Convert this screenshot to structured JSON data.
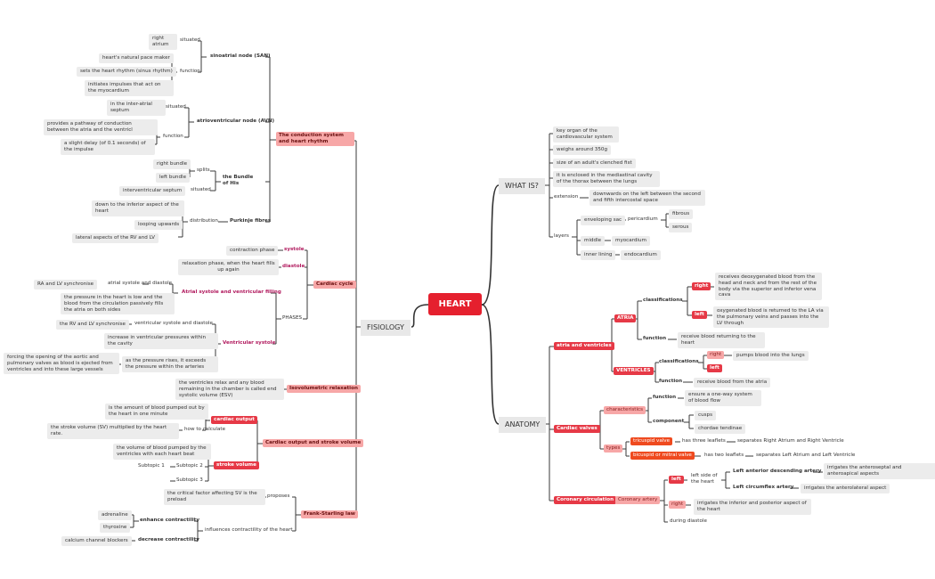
{
  "root": "HEART",
  "colors": {
    "root": "#e5202e",
    "red": "#e63946",
    "pink": "#f7a7a7",
    "orange": "#ef4a1f",
    "purple": "#b11a5e"
  },
  "fisiology": {
    "label": "FISIOLOGY",
    "conduction": {
      "label": "The conduction system and heart rhythm",
      "san": {
        "label": "sinoatrial node (SAN)",
        "situated": "situated",
        "right_atrium": "right atrium",
        "function": "function",
        "f1": "heart's natural pace maker",
        "f2": "sets the heart rhythm (sinus rhythm)",
        "f3": "initiates impulses that act on the myocardium"
      },
      "avn": {
        "label": "atrioventricular node (AVN)",
        "situated": "situated",
        "sit_val": "in the inter-atrial septum",
        "function": "function",
        "f1": "provides a pathway of conduction between the atria and the ventricl",
        "f2": "a slight delay (of 0.1 seconds) of the impulse"
      },
      "his": {
        "label": "the Bundle of His",
        "splits": "splits",
        "right": "right bundle",
        "left": "left bundle",
        "situated": "situated",
        "sit_val": "interventricular septum"
      },
      "purkinje": {
        "label": "Purkinje fibres",
        "distribution": "distribution",
        "d1": "down to the inferior aspect of the heart",
        "d2": "looping upwards",
        "d3": "lateral aspects of the RV and LV"
      }
    },
    "cycle": {
      "label": "Cardiac cycle",
      "systole": "systole",
      "systole_desc": "contraction phase",
      "diastole": "diastole",
      "diastole_desc": "relaxation phase, when the heart fills up again",
      "phases": "PHASES",
      "atrial": {
        "label": "Atrial systole and ventricular filling",
        "a1a": "RA and LV synchronise",
        "a1b": "atrial systole and diastole",
        "a2": "the pressure in the heart is low and the blood from the circulation passively fills the atria on both sides"
      },
      "ventricular": {
        "label": "Ventricular systole",
        "v1a": "the RV and LV synchronise",
        "v1b": "ventricular systole and diastole",
        "v2": "increase in ventricular pressures within the cavity",
        "v3": "as the pressure rises, it exceeds the pressure within the arteries",
        "v4": "forcing the opening of the aortic and pulmonary valves as blood is ejected from ventricles and into these large vessels"
      }
    },
    "isovolumetric": {
      "label": "Isovolumetric relaxation",
      "desc": "the ventricles relax and any blood remaining in the chamber is called end systolic volume (ESV)"
    },
    "output": {
      "label": "Cardiac output and stroke volume",
      "co": {
        "label": "cardiac output",
        "desc": "is the amount of blood pumped out by the heart in one minute",
        "how": "how to calculate",
        "calc": "the stroke volume (SV) multiplied by the heart rate."
      },
      "sv": {
        "label": "stroke volume",
        "desc": "the volume of blood pumped by the ventricles with each heart beat",
        "t1": "Subtopic 1",
        "t2": "Subtopic 2",
        "t3": "Subtopic 3"
      }
    },
    "frank": {
      "label": "Frank-Starling law",
      "proposes": "proposes",
      "prop_val": "the critical factor affecting SV is the preload",
      "influences": "influences contractility of the heart",
      "enhance": "enhance contractility",
      "adrenaline": "adrenaline",
      "thyroxine": "thyroxine",
      "decrease": "decrease contractility",
      "ccb": "calcium channel blockers"
    }
  },
  "whatis": {
    "label": "WHAT IS?",
    "w1": "key organ of the cardiovascular system",
    "w2": "weighs around 350g",
    "w3": "size of an adult's clenched fist",
    "w4": "it is enclosed in the mediastinal cavity of the thorax between the lungs",
    "extension": "extension",
    "ext_val": "downwards on the left between the second and fifth intercostal space",
    "layers": "layers",
    "enveloping": "enveloping sac",
    "pericardium": "pericardium",
    "fibrous": "fibrous",
    "serous": "serous",
    "middle": "middle",
    "myocardium": "myocardium",
    "inner": "inner lining",
    "endocardium": "endocardium"
  },
  "anatomy": {
    "label": "ANATOMY",
    "av": {
      "label": "atria and ventricles",
      "atria": "ATRIA",
      "classifications": "classifications",
      "right": "right",
      "left": "left",
      "right_desc": "receives deoxygenated blood from the head and neck and from the rest of the body via the superior and inferior vena cava",
      "left_desc": "oxygenated blood is returned to the LA via the pulmonary veins and passes into the LV through",
      "function": "function",
      "func_desc": "receive blood returning to the heart",
      "ventricles": "VENTRICLES",
      "v_class": "classifications",
      "v_right": "right",
      "v_right_desc": "pumps blood into the lungs",
      "v_left": "left",
      "v_function": "function",
      "v_func_desc": "receive blood from the atria"
    },
    "valves": {
      "label": "Cardiac valves",
      "characteristics": "characteristics",
      "function": "function",
      "func_desc": "ensure a one-way system of blood flow",
      "component": "component",
      "cusps": "cusps",
      "chordae": "chordae tendinae",
      "types": "types",
      "tricuspid": "tricuspid valve",
      "tri_desc": "has three leaflets",
      "tri_sep": "separates  Right Atrium and Right Ventricle",
      "bicuspid": "bicuspid or mitral valve",
      "bi_desc": "has two leaflets",
      "bi_sep": "separates  Left Atrium and Left Ventricle"
    },
    "coronary": {
      "label": "Coronary circulation",
      "artery": "Coronary artery",
      "left": "left",
      "left_side": "left side of the heart",
      "lad": "Left anterior descending artery",
      "lad_desc": "irrigates the anteroseptal and anteroapical aspects",
      "lcx": "Left circumflex artery",
      "lcx_desc": "irrigates the anterolateral aspect",
      "right": "right",
      "right_desc": "irrigates the inferior and posterior aspect of the heart",
      "diastole": "during diastole"
    }
  }
}
